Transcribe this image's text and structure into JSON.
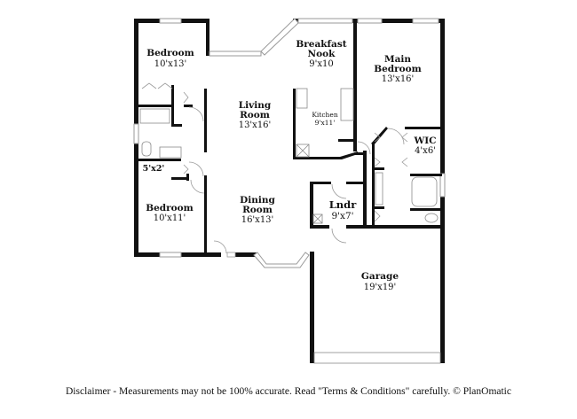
{
  "floor_plan": {
    "rooms": [
      {
        "id": "bedroom-2",
        "name": "Bedroom",
        "size": "10'x13'"
      },
      {
        "id": "living-room",
        "name_line1": "Living",
        "name_line2": "Room",
        "size": "13'x16'"
      },
      {
        "id": "breakfast-nook",
        "name_line1": "Breakfast",
        "name_line2": "Nook",
        "size": "9'x10"
      },
      {
        "id": "kitchen",
        "name": "Kitchen",
        "size": "9'x11'"
      },
      {
        "id": "main-bedroom",
        "name_line1": "Main",
        "name_line2": "Bedroom",
        "size": "13'x16'"
      },
      {
        "id": "wic",
        "name": "WIC",
        "size": "4'x6'"
      },
      {
        "id": "hall-closet",
        "size": "5'x2'"
      },
      {
        "id": "bedroom-3",
        "name": "Bedroom",
        "size": "10'x11'"
      },
      {
        "id": "dining-room",
        "name_line1": "Dining",
        "name_line2": "Room",
        "size": "16'x13'"
      },
      {
        "id": "laundry",
        "name": "Lndr",
        "size": "9'x7'"
      },
      {
        "id": "garage",
        "name": "Garage",
        "size": "19'x19'"
      }
    ]
  },
  "footer": {
    "disclaimer": "Disclaimer - Measurements may not be 100% accurate. Read \"Terms & Conditions\" carefully. © PlanOmatic"
  }
}
